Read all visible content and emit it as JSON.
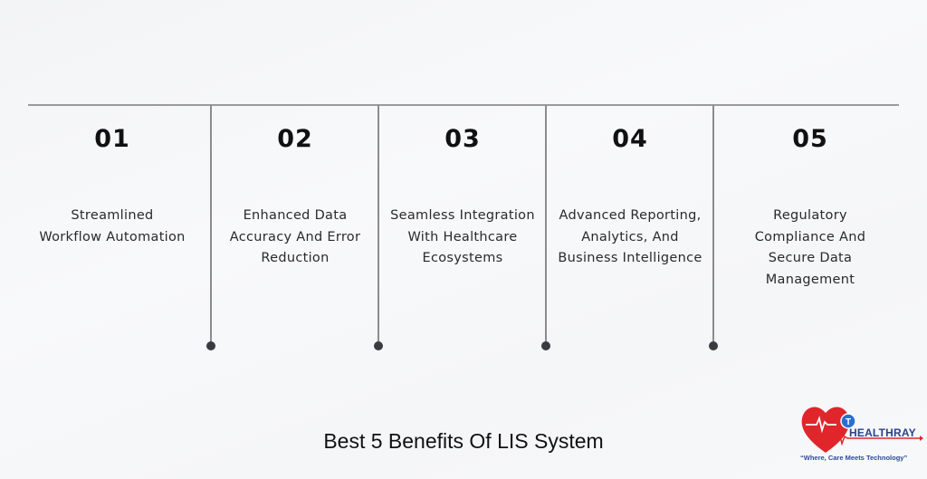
{
  "title": "Best 5 Benefits Of LIS System",
  "benefits": [
    {
      "number": "01",
      "lines": [
        "Streamlined",
        "Workflow Automation"
      ]
    },
    {
      "number": "02",
      "lines": [
        "Enhanced Data",
        "Accuracy And Error",
        "Reduction"
      ]
    },
    {
      "number": "03",
      "lines": [
        "Seamless Integration",
        "With Healthcare",
        "Ecosystems"
      ]
    },
    {
      "number": "04",
      "lines": [
        "Advanced Reporting,",
        "Analytics, And",
        "Business Intelligence"
      ]
    },
    {
      "number": "05",
      "lines": [
        "Regulatory",
        "Compliance And",
        "Secure Data",
        "Management"
      ]
    }
  ],
  "logo": {
    "name": "HEALTHRAY",
    "tagline": "“Where, Care Meets Technology”",
    "colors": {
      "heart": "#e0262b",
      "text": "#2c3f8f",
      "badge": "#2a6fd0"
    }
  },
  "colors": {
    "lines": "#8c8c8c",
    "dots": "#3a3a40",
    "text": "#111111"
  }
}
